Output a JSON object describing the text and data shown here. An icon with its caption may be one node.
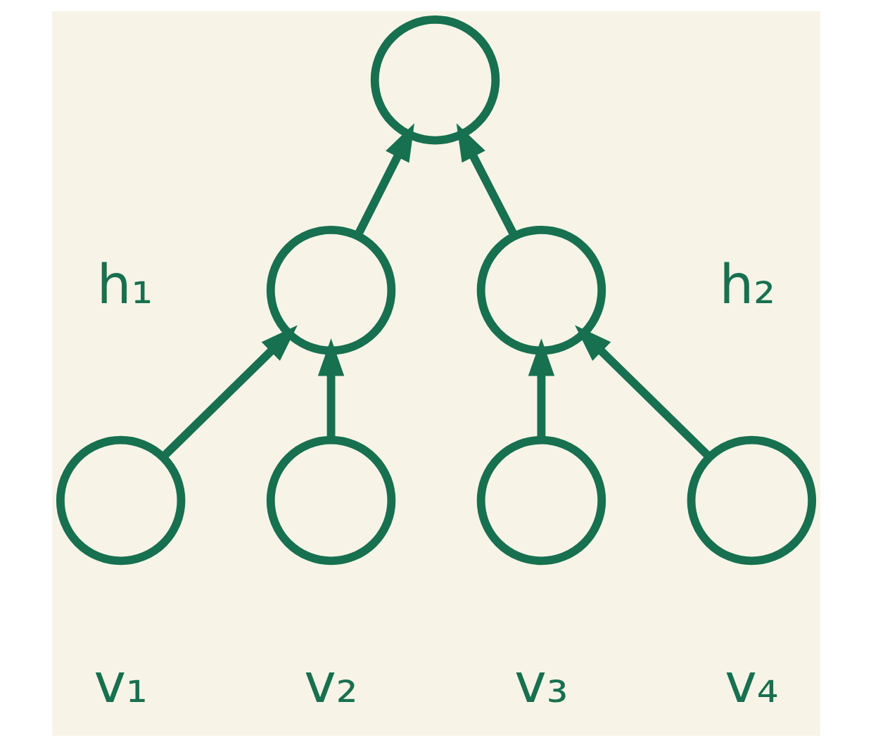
{
  "diagram": {
    "nodes": [
      {
        "text": [],
        "shape": "circle"
      },
      {
        "text": [],
        "shape": "circle",
        "beside": [
          "h₁"
        ]
      },
      {
        "text": [],
        "shape": "circle",
        "beside": [
          "h₂"
        ]
      },
      {
        "text": [],
        "shape": "circle",
        "beside": [
          "v₁"
        ]
      },
      {
        "text": [],
        "shape": "circle",
        "beside": [
          "v₂"
        ]
      },
      {
        "text": [],
        "shape": "circle",
        "beside": [
          "v₃"
        ]
      },
      {
        "text": [],
        "shape": "circle",
        "beside": [
          "v₄"
        ]
      }
    ],
    "edges": [
      {
        "from": 1,
        "to": 0,
        "arrow": "to"
      },
      {
        "from": 2,
        "to": 0,
        "arrow": "to"
      },
      {
        "from": 3,
        "to": 1,
        "arrow": "to"
      },
      {
        "from": 4,
        "to": 1,
        "arrow": "to"
      },
      {
        "from": 5,
        "to": 2,
        "arrow": "to"
      },
      {
        "from": 6,
        "to": 2,
        "arrow": "to"
      }
    ]
  }
}
